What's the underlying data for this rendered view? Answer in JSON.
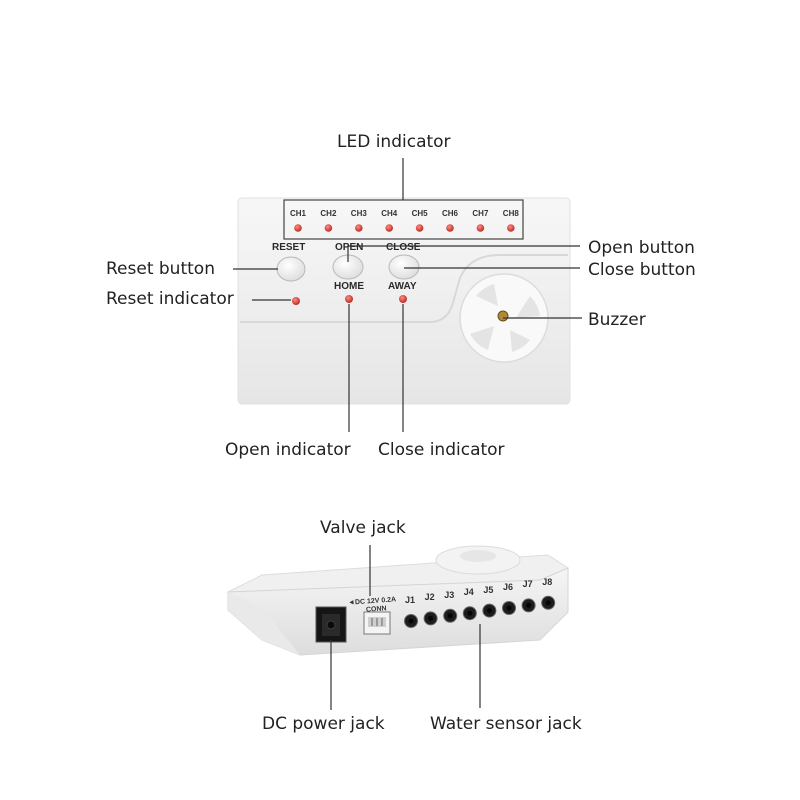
{
  "callouts": {
    "led_indicator": "LED indicator",
    "open_button": "Open button",
    "close_button": "Close button",
    "reset_button": "Reset button",
    "reset_indicator": "Reset indicator",
    "buzzer": "Buzzer",
    "open_indicator": "Open indicator",
    "close_indicator": "Close indicator",
    "valve_jack": "Valve jack",
    "dc_power_jack": "DC power jack",
    "water_sensor_jack": "Water sensor jack"
  },
  "front_panel": {
    "channels": [
      "CH1",
      "CH2",
      "CH3",
      "CH4",
      "CH5",
      "CH6",
      "CH7",
      "CH8"
    ],
    "reset_label": "RESET",
    "open_label": "OPEN",
    "close_label": "CLOSE",
    "home_label": "HOME",
    "away_label": "AWAY"
  },
  "rear_panel": {
    "dc_spec": "◄DC 12V 0.2A",
    "conn_label": "CONN",
    "jacks": [
      "J1",
      "J2",
      "J3",
      "J4",
      "J5",
      "J6",
      "J7",
      "J8"
    ]
  },
  "colors": {
    "led_red": "#c8332e",
    "housing": "#f1f1f1",
    "line": "#333333"
  }
}
